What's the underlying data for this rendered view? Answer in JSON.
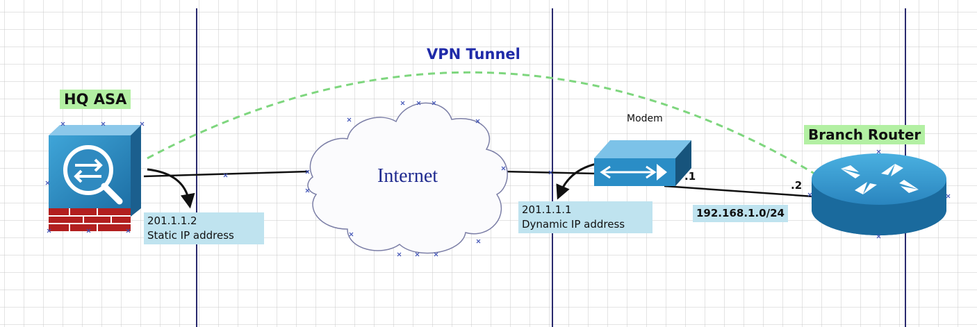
{
  "tunnel": {
    "label": "VPN Tunnel"
  },
  "cloud": {
    "label": "Internet"
  },
  "hq": {
    "label": "HQ ASA",
    "ip": "201.1.1.2",
    "ip_type": "Static IP address"
  },
  "modem": {
    "label": "Modem",
    "ip": "201.1.1.1",
    "ip_type": "Dynamic IP address",
    "lan_suffix": ".1"
  },
  "branch": {
    "label": "Branch Router",
    "lan_suffix": ".2"
  },
  "lan": {
    "subnet": "192.168.1.0/24"
  },
  "colors": {
    "grid": "#c9c9c9",
    "thick_grid": "#2a2a6e",
    "tunnel": "#7ed67e",
    "tunnel_label": "#1f2aa8",
    "device_blue": "#2a8dc6",
    "label_green": "#b3f0a3",
    "label_blue": "#bfe3ef"
  },
  "icons": [
    "asa-firewall-icon",
    "internet-cloud-icon",
    "modem-icon",
    "router-icon"
  ]
}
